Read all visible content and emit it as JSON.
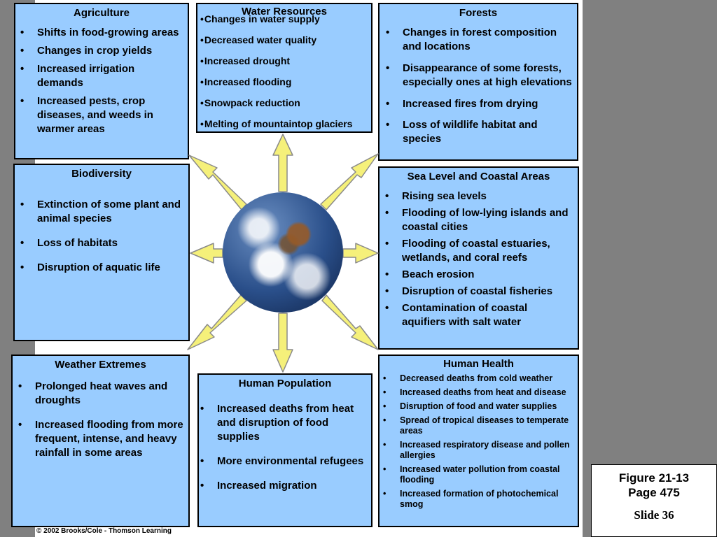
{
  "agriculture": {
    "title": "Agriculture",
    "items": [
      "Shifts in food-growing areas",
      "Changes in crop yields",
      "Increased irrigation demands",
      "Increased pests, crop diseases, and weeds in warmer areas"
    ]
  },
  "water": {
    "title": "Water Resources",
    "items": [
      "Changes in water supply",
      "Decreased water quality",
      "Increased drought",
      "Increased flooding",
      "Snowpack reduction",
      "Melting of mountaintop glaciers"
    ]
  },
  "forests": {
    "title": "Forests",
    "items": [
      "Changes in forest composition and locations",
      "Disappearance of some forests, especially ones at high elevations",
      "Increased fires from drying",
      "Loss of wildlife habitat and species"
    ]
  },
  "biodiversity": {
    "title": "Biodiversity",
    "items": [
      "Extinction of some plant and animal species",
      "Loss of habitats",
      "Disruption of aquatic life"
    ]
  },
  "sea": {
    "title": "Sea Level and Coastal Areas",
    "items": [
      "Rising sea levels",
      "Flooding of low-lying islands and coastal cities",
      "Flooding of coastal estuaries, wetlands, and coral reefs",
      "Beach erosion",
      "Disruption of coastal fisheries",
      "Contamination of coastal aquifiers with salt water"
    ]
  },
  "weather": {
    "title": "Weather Extremes",
    "items": [
      "Prolonged heat waves and droughts",
      "Increased flooding from more frequent, intense, and heavy rainfall in some areas"
    ]
  },
  "population": {
    "title": "Human Population",
    "items": [
      "Increased deaths from heat and disruption of food supplies",
      "More environmental refugees",
      "Increased migration"
    ]
  },
  "health": {
    "title": "Human Health",
    "items": [
      "Decreased deaths from cold weather",
      "Increased deaths from heat and disease",
      "Disruption of food and water supplies",
      "Spread of tropical diseases to temperate areas",
      "Increased respiratory disease and pollen allergies",
      "Increased water pollution from coastal flooding",
      "Increased formation of photochemical smog"
    ]
  },
  "credit": "© 2002 Brooks/Cole - Thomson Learning",
  "figure": {
    "label": "Figure 21-13",
    "page": "Page 475",
    "slide": "Slide 36"
  },
  "colors": {
    "box_fill": "#99ccff",
    "arrow_fill": "#f5f07a",
    "background": "#808080"
  }
}
